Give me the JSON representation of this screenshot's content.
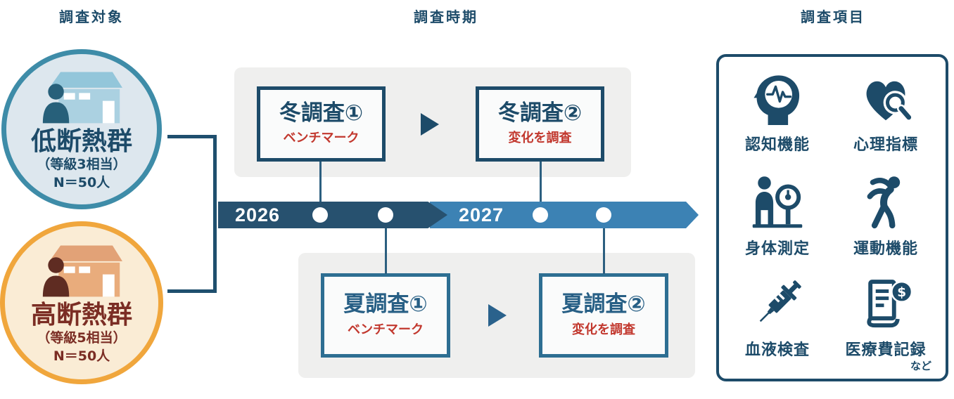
{
  "headers": {
    "subjects": "調査対象",
    "timing": "調査時期",
    "items": "調査項目"
  },
  "groups": [
    {
      "name": "低断熱群",
      "grade": "（等級3相当）",
      "n": "N＝50人",
      "icon": "low-insulation-house-icon"
    },
    {
      "name": "高断熱群",
      "grade": "（等級5相当）",
      "n": "N＝50人",
      "icon": "high-insulation-house-icon"
    }
  ],
  "timeline": {
    "year1": "2026",
    "year2": "2027",
    "dots": 4
  },
  "surveys": {
    "winter1": {
      "title": "冬調査①",
      "subtitle": "ベンチマーク"
    },
    "winter2": {
      "title": "冬調査②",
      "subtitle": "変化を調査"
    },
    "summer1": {
      "title": "夏調査①",
      "subtitle": "ベンチマーク"
    },
    "summer2": {
      "title": "夏調査②",
      "subtitle": "変化を調査"
    }
  },
  "items": [
    {
      "label": "認知機能",
      "icon": "brain-head-icon"
    },
    {
      "label": "心理指標",
      "icon": "heart-magnifier-icon"
    },
    {
      "label": "身体測定",
      "icon": "person-scale-icon"
    },
    {
      "label": "運動機能",
      "icon": "stretching-person-icon"
    },
    {
      "label": "血液検査",
      "icon": "syringe-icon"
    },
    {
      "label": "医療費記録",
      "icon": "receipt-dollar-icon",
      "suffix": "など"
    }
  ],
  "colors": {
    "navy": "#1d4b69",
    "steel_blue": "#2d6e92",
    "timeline_dark": "#27516f",
    "timeline_light": "#3c82b4",
    "red_accent": "#c2382e",
    "low_group_border": "#3e8ca8",
    "low_group_fill": "#dde7ee",
    "high_group_border": "#f0a63c",
    "high_group_fill": "#faecd5",
    "high_group_text": "#7b2d24",
    "panel_gray": "#efefee"
  }
}
